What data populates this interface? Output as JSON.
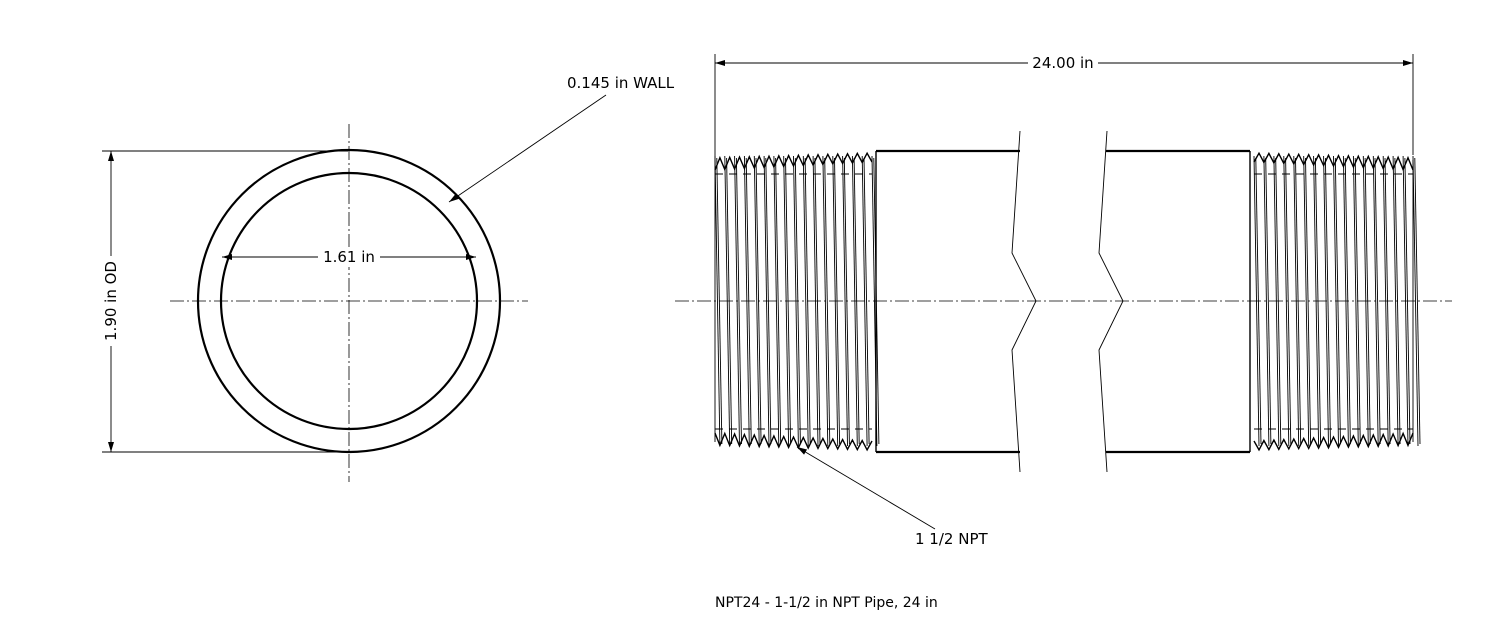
{
  "drawing": {
    "title": "NPT24  -  1-1/2 in NPT Pipe, 24 in",
    "dimensions": {
      "overall_length": "24.00 in",
      "outer_diameter": "1.90 in OD",
      "inner_diameter": "1.61 in",
      "wall": "0.145 in WALL",
      "thread": "1 1/2 NPT"
    }
  }
}
